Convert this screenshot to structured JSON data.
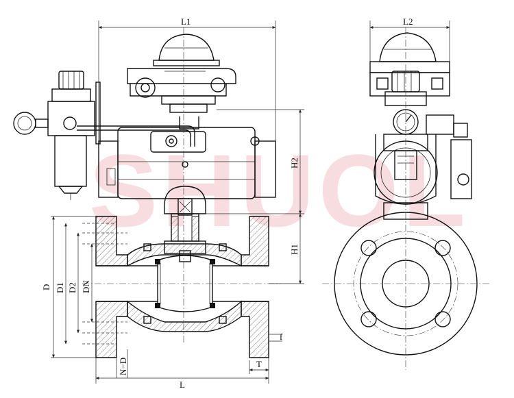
{
  "watermark": "SHUOL",
  "dimensions": {
    "L1": "L1",
    "L2": "L2",
    "H1": "H1",
    "H2": "H2",
    "D": "D",
    "D1": "D1",
    "D2": "D2",
    "DN": "DN",
    "L": "L",
    "N_D": "N−D",
    "T": "T",
    "f": "f"
  },
  "colors": {
    "line": "#111111",
    "watermark": "#f3c3c8",
    "background": "#ffffff"
  }
}
